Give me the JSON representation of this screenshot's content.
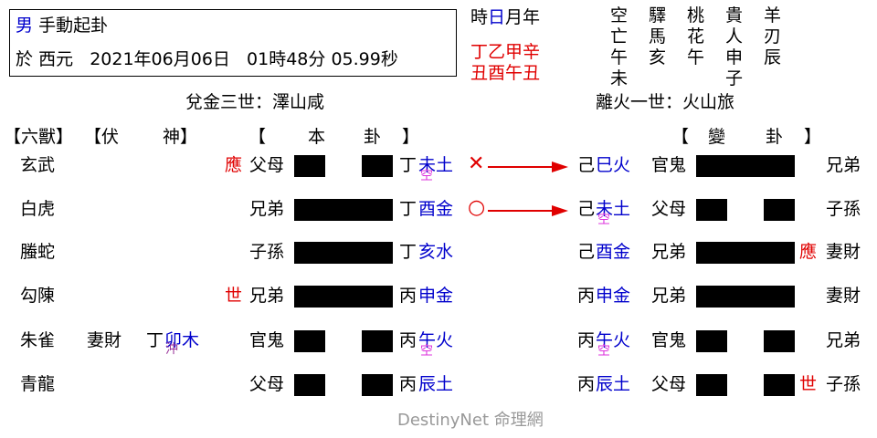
{
  "info": {
    "gender": "男",
    "method": "手動起卦",
    "date_prefix": "於",
    "era": "西元",
    "date": "2021年06月06日",
    "time": "01時48分 05.99秒"
  },
  "ganzhi": {
    "header": [
      "時",
      "日",
      "月",
      "年"
    ],
    "stems": "丁乙甲辛",
    "branches": "丑酉午丑"
  },
  "shensha": {
    "columns": [
      {
        "name": [
          "空",
          "亡"
        ],
        "values": [
          "午",
          "未"
        ]
      },
      {
        "name": [
          "驛",
          "馬"
        ],
        "values": [
          "亥"
        ]
      },
      {
        "name": [
          "桃",
          "花"
        ],
        "values": [
          "午"
        ]
      },
      {
        "name": [
          "貴",
          "人"
        ],
        "values": [
          "申",
          "子"
        ]
      },
      {
        "name": [
          "羊",
          "刃"
        ],
        "values": [
          "辰"
        ]
      }
    ]
  },
  "main_gua_name": "兌金三世：澤山咸",
  "changed_gua_name": "離火一世：火山旅",
  "headers": {
    "liushou": "【六獸】",
    "fushen_open": "【伏",
    "fushen_close": "神】",
    "main_open": "【",
    "main_ben": "本",
    "main_gua": "卦",
    "main_close": "】",
    "chg_open": "【",
    "chg_bian": "變",
    "chg_gua": "卦",
    "chg_close": "】"
  },
  "lines": [
    {
      "beast": "玄武",
      "fushen_rel": "",
      "fushen_stem": "",
      "fushen_branch": "",
      "fushen_mark": "",
      "shiying": "應",
      "rel": "父母",
      "yin": true,
      "stem": "丁",
      "branch": "未土",
      "kong": "空",
      "moving": "✕",
      "c_stem": "己",
      "c_branch": "巳火",
      "c_kong": "",
      "c_rel": "官鬼",
      "c_yin": false,
      "c_shiying": "",
      "c_rel6": "兄弟"
    },
    {
      "beast": "白虎",
      "fushen_rel": "",
      "fushen_stem": "",
      "fushen_branch": "",
      "fushen_mark": "",
      "shiying": "",
      "rel": "兄弟",
      "yin": false,
      "stem": "丁",
      "branch": "酉金",
      "kong": "",
      "moving": "○",
      "c_stem": "己",
      "c_branch": "未土",
      "c_kong": "空",
      "c_rel": "父母",
      "c_yin": true,
      "c_shiying": "",
      "c_rel6": "子孫"
    },
    {
      "beast": "螣蛇",
      "fushen_rel": "",
      "fushen_stem": "",
      "fushen_branch": "",
      "fushen_mark": "",
      "shiying": "",
      "rel": "子孫",
      "yin": false,
      "stem": "丁",
      "branch": "亥水",
      "kong": "",
      "moving": "",
      "c_stem": "己",
      "c_branch": "酉金",
      "c_kong": "",
      "c_rel": "兄弟",
      "c_yin": false,
      "c_shiying": "應",
      "c_rel6": "妻財"
    },
    {
      "beast": "勾陳",
      "fushen_rel": "",
      "fushen_stem": "",
      "fushen_branch": "",
      "fushen_mark": "",
      "shiying": "世",
      "rel": "兄弟",
      "yin": false,
      "stem": "丙",
      "branch": "申金",
      "kong": "",
      "moving": "",
      "c_stem": "丙",
      "c_branch": "申金",
      "c_kong": "",
      "c_rel": "兄弟",
      "c_yin": false,
      "c_shiying": "",
      "c_rel6": "妻財"
    },
    {
      "beast": "朱雀",
      "fushen_rel": "妻財",
      "fushen_stem": "丁",
      "fushen_branch": "卯木",
      "fushen_mark": "沖",
      "shiying": "",
      "rel": "官鬼",
      "yin": true,
      "stem": "丙",
      "branch": "午火",
      "kong": "空",
      "moving": "",
      "c_stem": "丙",
      "c_branch": "午火",
      "c_kong": "空",
      "c_rel": "官鬼",
      "c_yin": true,
      "c_shiying": "",
      "c_rel6": "兄弟"
    },
    {
      "beast": "青龍",
      "fushen_rel": "",
      "fushen_stem": "",
      "fushen_branch": "",
      "fushen_mark": "",
      "shiying": "",
      "rel": "父母",
      "yin": true,
      "stem": "丙",
      "branch": "辰土",
      "kong": "",
      "moving": "",
      "c_stem": "丙",
      "c_branch": "辰土",
      "c_kong": "",
      "c_rel": "父母",
      "c_yin": true,
      "c_shiying": "世",
      "c_rel6": "子孫"
    }
  ],
  "colors": {
    "arrow": "#e00000",
    "kong": "#dd33dd",
    "branch": "#0000cc",
    "shiying": "#e00000"
  },
  "watermark": "DestinyNet 命理網"
}
